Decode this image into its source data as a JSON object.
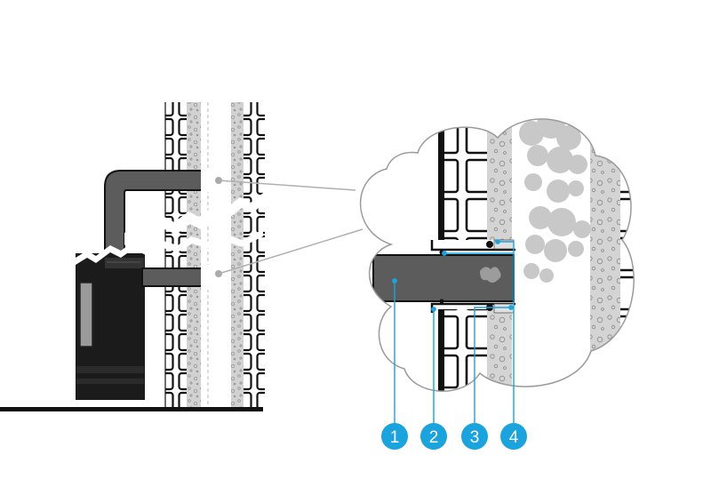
{
  "callouts": [
    {
      "number": "1"
    },
    {
      "number": "2"
    },
    {
      "number": "3"
    },
    {
      "number": "4"
    }
  ],
  "colors": {
    "callout_fill": "#1aa3dc",
    "leader_line": "#1aa3dc",
    "pipe_gray": "#5c5c5c",
    "stove_black": "#1b1b1b",
    "insulation_gray": "#cfcfcf",
    "smoke_gray": "#c8c8c8",
    "outline": "#111111"
  },
  "icons": {
    "stove": "wood-stove-icon",
    "flue_pipe": "flue-pipe-icon",
    "brick_wall": "brick-wall-icon",
    "zoom_bubble": "detail-magnifier-icon"
  }
}
